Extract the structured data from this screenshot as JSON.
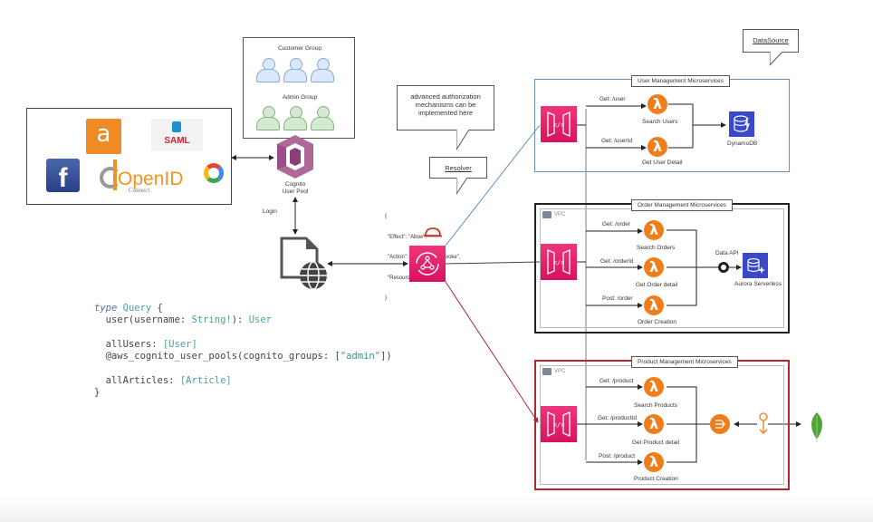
{
  "identity_providers": {
    "amazon": "amazon-logo",
    "saml": "SAML",
    "facebook": "f",
    "openid": "OpenID",
    "openid_sub": "Connect",
    "google": "G"
  },
  "groups": {
    "customer": "Customer Group",
    "admin": "Admin Group"
  },
  "cognito": {
    "line1": "Cognito",
    "line2": "User Pool"
  },
  "login_label": "Login",
  "policy": {
    "open": "{",
    "effect": "\"Effect\": \"Allow\",",
    "action": "\"Action\": \"execute-api:Invoke\",",
    "resource": "\"Resource\": \"*\"",
    "close": "}"
  },
  "callouts": {
    "authorization": "advanced authorization mechanisms can be implemented here",
    "resolver": "Resolver",
    "datasource": "DataSource"
  },
  "user_service": {
    "title": "User Management Microservices",
    "routes": [
      "Get: /user",
      "Get: /userId"
    ],
    "functions": [
      "Search Users",
      "Get User Detail"
    ],
    "datastore": "DynamoDB"
  },
  "order_service": {
    "title": "Order Management Microservices",
    "vpc": "VPC",
    "routes": [
      "Get: /order",
      "Get: /orderId",
      "Post: /order"
    ],
    "functions": [
      "Search Orders",
      "Get Order detail",
      "Order Creation"
    ],
    "data_api": "Data API",
    "datastore": "Aurora Serverless"
  },
  "product_service": {
    "title": "Product Management Microservices",
    "vpc": "VPC",
    "routes": [
      "Get: /product",
      "Get: /productId",
      "Post: /product"
    ],
    "functions": [
      "Search Products",
      "Get Product detail",
      "Product Creation"
    ]
  },
  "code": {
    "l1a": "type",
    "l1b": " Query",
    "l1c": " {",
    "l2a": "  user(username: ",
    "l2b": "String!",
    "l2c": "): ",
    "l2d": "User",
    "l3a": "  allUsers: ",
    "l3b": "[User]",
    "l4a": "  @aws_cognito_user_pools(cognito_groups: [",
    "l4b": "\"admin\"",
    "l4c": "])",
    "l5a": "  allArticles: ",
    "l5b": "[Article]",
    "l6": "}"
  },
  "colors": {
    "lambda": "#ef7d1a",
    "apigw": "#e7157b",
    "user_border": "#6b8fb5",
    "order_border": "#222222",
    "product_border": "#b0282e",
    "red_link": "#b0282e",
    "blue_link": "#5b8cc0",
    "cognito": "#9d4e8a",
    "dynamodb": "#3b48cc",
    "mongodb": "#4aa832"
  }
}
